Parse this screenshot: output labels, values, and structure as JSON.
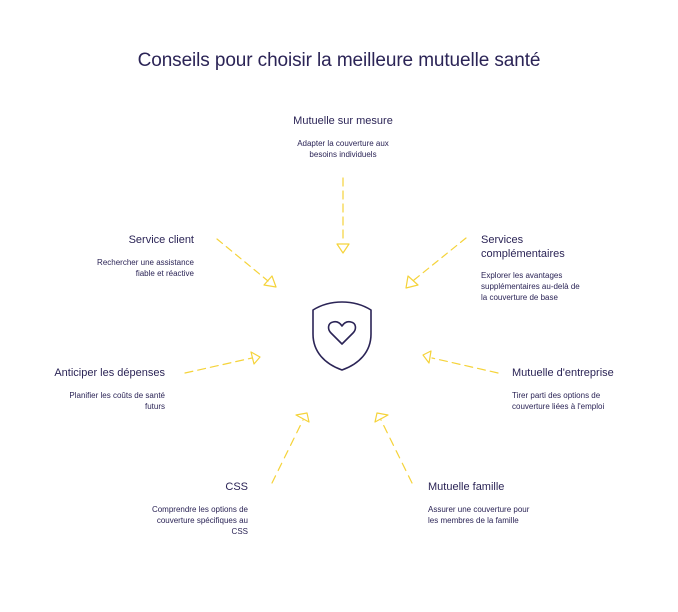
{
  "title": "Conseils pour choisir la meilleure mutuelle santé",
  "center": {
    "icon": "shield-heart-icon"
  },
  "colors": {
    "text": "#2b2456",
    "arrow": "#f5d33a",
    "icon_stroke": "#2b2456",
    "background": "#ffffff"
  },
  "nodes": {
    "top": {
      "heading": "Mutuelle sur mesure",
      "desc_line1": "Adapter la couverture aux",
      "desc_line2": "besoins individuels"
    },
    "service_client": {
      "heading": "Service client",
      "desc_line1": "Rechercher une assistance",
      "desc_line2": "fiable et réactive"
    },
    "services_complementaires": {
      "heading_line1": "Services",
      "heading_line2": "complémentaires",
      "desc_line1": "Explorer les avantages",
      "desc_line2": "supplémentaires au-delà de",
      "desc_line3": "la couverture de base"
    },
    "anticiper": {
      "heading": "Anticiper les dépenses",
      "desc_line1": "Planifier les coûts de santé",
      "desc_line2": "futurs"
    },
    "entreprise": {
      "heading": "Mutuelle d'entreprise",
      "desc_line1": "Tirer parti des options de",
      "desc_line2": "couverture liées à l'emploi"
    },
    "css": {
      "heading": "CSS",
      "desc_line1": "Comprendre les options de",
      "desc_line2": "couverture spécifiques au",
      "desc_line3": "CSS"
    },
    "famille": {
      "heading": "Mutuelle famille",
      "desc_line1": "Assurer une couverture pour",
      "desc_line2": "les membres de la famille"
    }
  }
}
